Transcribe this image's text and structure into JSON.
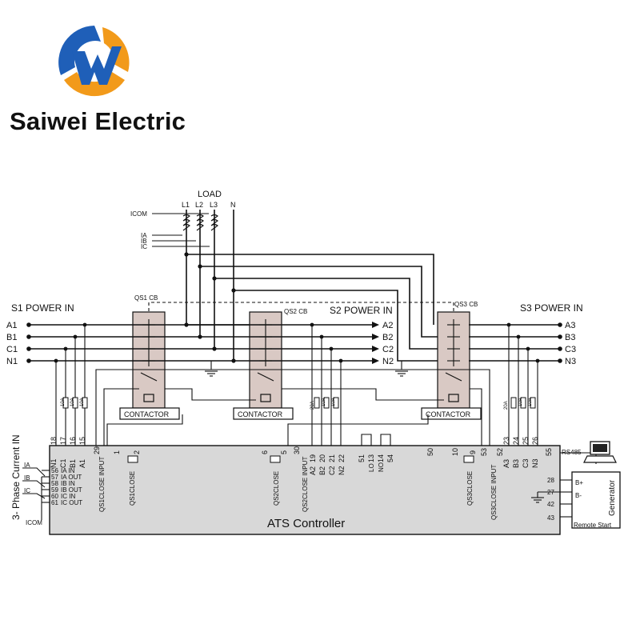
{
  "brand": {
    "name": "Saiwei Electric",
    "colors": {
      "blue": "#1f5fb8",
      "orange": "#f29a1a",
      "text": "#111111"
    }
  },
  "diagram": {
    "colors": {
      "wire": "#111111",
      "breaker_fill": "#d9c9c4",
      "controller_fill": "#d8d8d8",
      "background": "#ffffff"
    },
    "load": {
      "title": "LOAD",
      "phases": [
        "L1",
        "L2",
        "L3"
      ],
      "neutral": "N"
    },
    "ct": {
      "icom": "ICOM",
      "labels": [
        "IA",
        "IB",
        "IC"
      ]
    },
    "sources": {
      "s1": {
        "title": "S1 POWER IN",
        "lines": [
          "A1",
          "B1",
          "C1",
          "N1"
        ]
      },
      "s2": {
        "title": "S2 POWER IN",
        "lines": [
          "A2",
          "B2",
          "C2",
          "N2"
        ]
      },
      "s3": {
        "title": "S3 POWER IN",
        "lines": [
          "A3",
          "B3",
          "C3",
          "N3"
        ]
      }
    },
    "breakers": {
      "qs1": {
        "label": "QS1 CB",
        "contactor": "CONTACTOR"
      },
      "qs2": {
        "label": "QS2 CB",
        "contactor": "CONTACTOR"
      },
      "qs3": {
        "label": "QS3 CB",
        "contactor": "CONTACTOR"
      }
    },
    "fuses": [
      "10A",
      "10A",
      "10A",
      "20A",
      "10A",
      "10A",
      "20A",
      "10A",
      "10A"
    ],
    "controller": {
      "title": "ATS Controller",
      "side_label": "3- Phase Current IN",
      "s1_terminals": {
        "numbers": [
          "18",
          "17",
          "16",
          "15"
        ],
        "names": [
          "N1",
          "C1",
          "B1",
          "A1"
        ]
      },
      "s2_terminals": {
        "numbers": [
          "19",
          "20",
          "21",
          "22"
        ],
        "names": [
          "A2",
          "B2",
          "C2",
          "N2"
        ]
      },
      "s3_terminals": {
        "numbers": [
          "23",
          "24",
          "25",
          "26"
        ],
        "names": [
          "A3",
          "B3",
          "C3",
          "N3"
        ]
      },
      "pins": {
        "p29": "29",
        "p1": "1",
        "p2": "2",
        "p6": "6",
        "p5": "5",
        "p30": "30",
        "p51": "51",
        "p13": "13",
        "p14": "14",
        "p54": "54",
        "p50": "50",
        "p10": "10",
        "p9": "9",
        "p53": "53",
        "p52": "52",
        "p55": "55",
        "p28": "28",
        "p27": "27",
        "p42": "42",
        "p43": "43"
      },
      "pin_labels": {
        "qs1_input": "QS1CLOSE INPUT",
        "qs1_close": "QS1CLOSE",
        "qs2_close": "QS2CLOSE",
        "qs2_input": "QS2CLOSE INPUT",
        "lo": "LO",
        "no": "NO",
        "qs3_close": "QS3CLOSE",
        "qs3_input": "QS3CLOSE INPUT"
      },
      "current_inputs": [
        {
          "pin": "56",
          "name": "IA IN"
        },
        {
          "pin": "57",
          "name": "IA OUT"
        },
        {
          "pin": "58",
          "name": "IB IN"
        },
        {
          "pin": "59",
          "name": "IB OUT"
        },
        {
          "pin": "60",
          "name": "IC IN"
        },
        {
          "pin": "61",
          "name": "IC OUT"
        }
      ],
      "ct_wires": [
        "IA",
        "IB",
        "IC"
      ],
      "icom": "ICOM"
    },
    "rs485": "RS485",
    "generator": {
      "title": "Generator",
      "b_plus": "B+",
      "b_minus": "B-",
      "remote_start": "Remote Start"
    }
  }
}
